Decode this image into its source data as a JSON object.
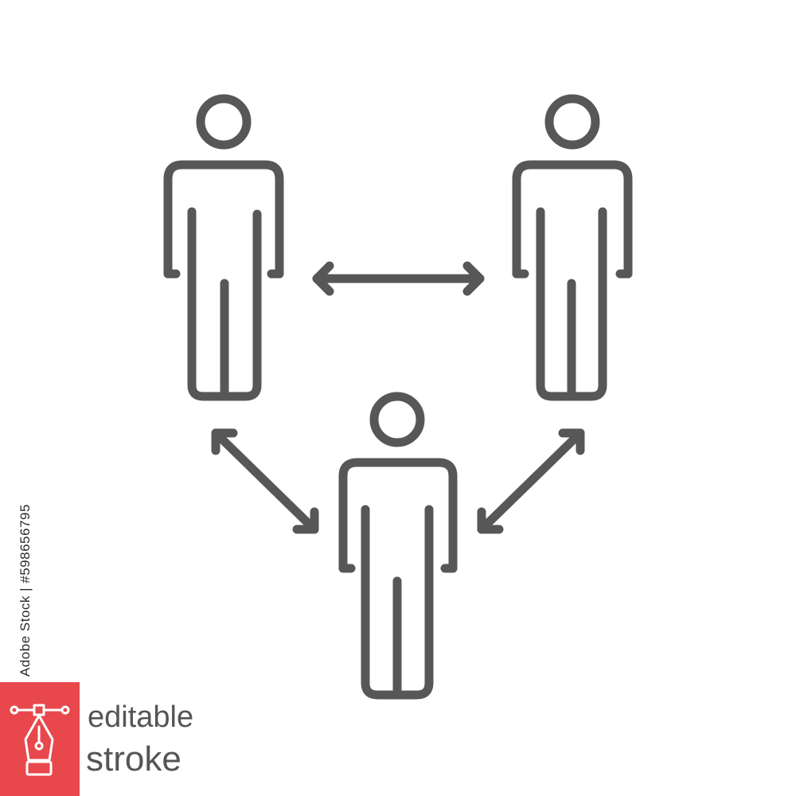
{
  "icon": {
    "name": "people-communication-icon",
    "stroke_color": "#575757"
  },
  "stock_id": "Adobe Stock | #598656795",
  "badge": {
    "color": "#e8474c",
    "icon": "pen-tool-icon",
    "line1": "editable",
    "line2": "stroke"
  }
}
